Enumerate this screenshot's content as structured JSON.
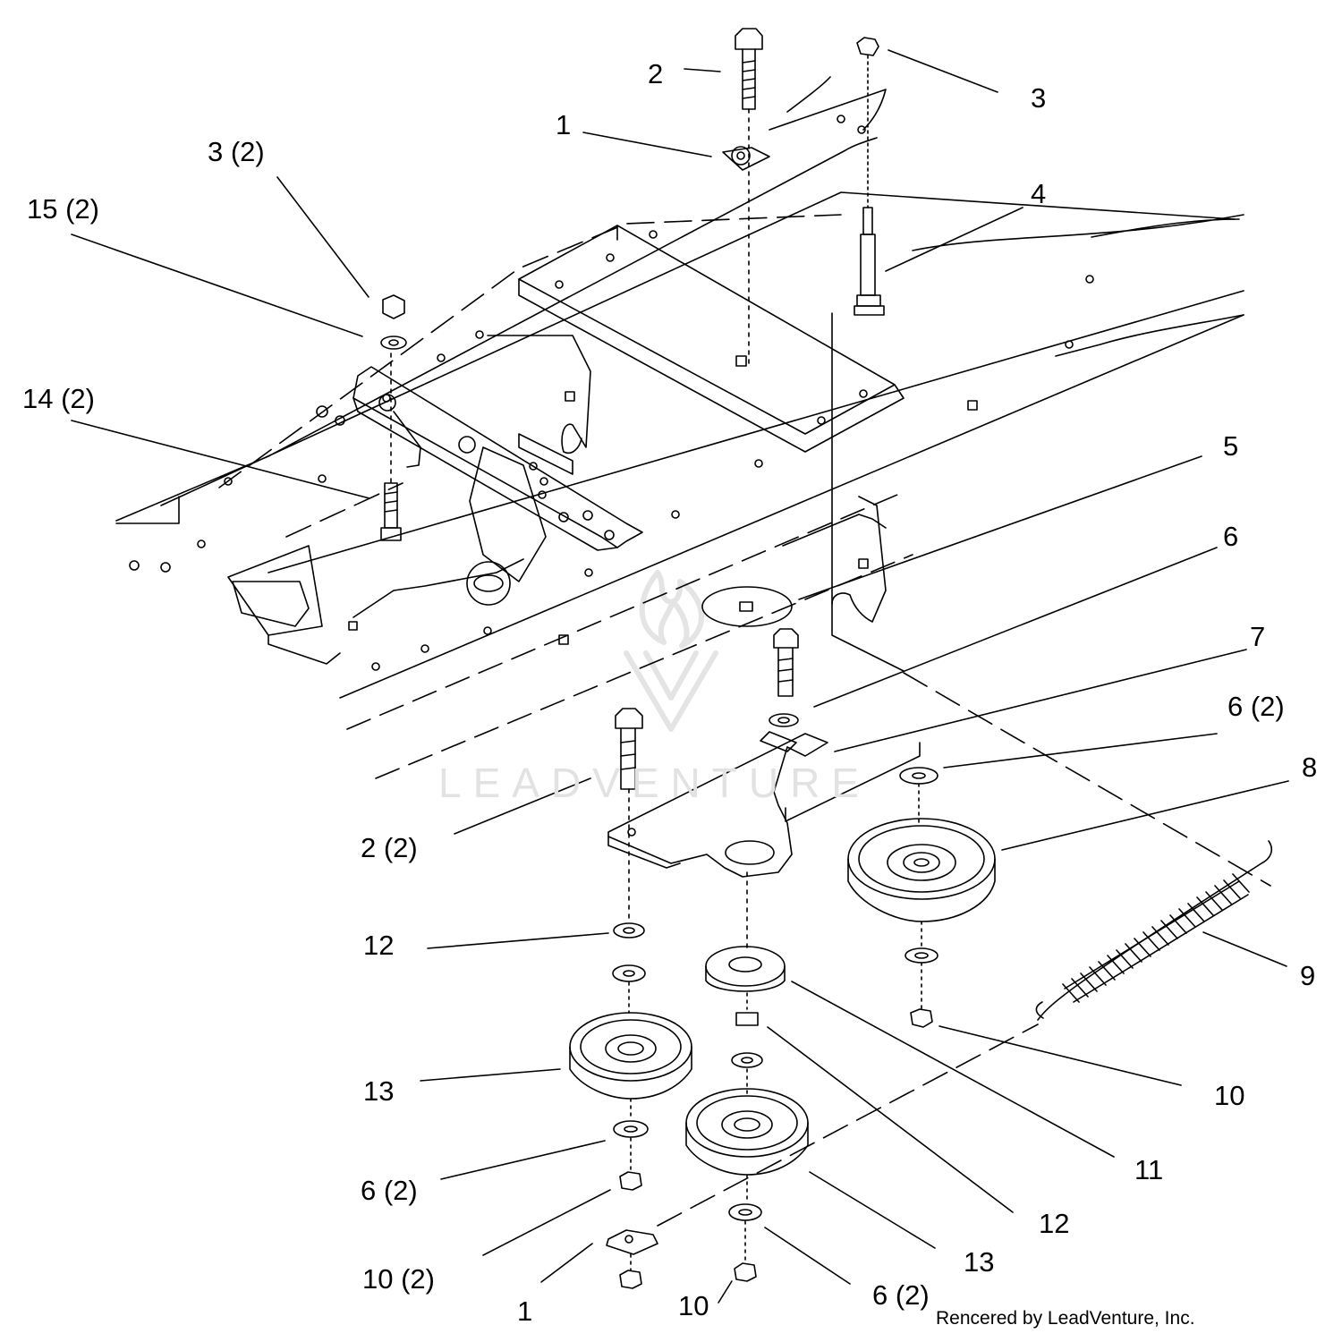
{
  "callouts": [
    {
      "id": "c1",
      "label": "2"
    },
    {
      "id": "c2",
      "label": "3"
    },
    {
      "id": "c3",
      "label": "1"
    },
    {
      "id": "c4",
      "label": "4"
    },
    {
      "id": "c5",
      "label": "3 (2)"
    },
    {
      "id": "c6",
      "label": "15 (2)"
    },
    {
      "id": "c7",
      "label": "14 (2)"
    },
    {
      "id": "c8",
      "label": "5"
    },
    {
      "id": "c9",
      "label": "6"
    },
    {
      "id": "c10",
      "label": "7"
    },
    {
      "id": "c11",
      "label": "6 (2)"
    },
    {
      "id": "c12",
      "label": "8"
    },
    {
      "id": "c13",
      "label": "2 (2)"
    },
    {
      "id": "c14",
      "label": "9"
    },
    {
      "id": "c15",
      "label": "12"
    },
    {
      "id": "c16",
      "label": "10"
    },
    {
      "id": "c17",
      "label": "13"
    },
    {
      "id": "c18",
      "label": "11"
    },
    {
      "id": "c19",
      "label": "6 (2)"
    },
    {
      "id": "c20",
      "label": "12"
    },
    {
      "id": "c21",
      "label": "10 (2)"
    },
    {
      "id": "c22",
      "label": "13"
    },
    {
      "id": "c23",
      "label": "1"
    },
    {
      "id": "c24",
      "label": "10"
    },
    {
      "id": "c25",
      "label": "6 (2)"
    }
  ],
  "credit": "Rencered by LeadVenture, Inc.",
  "watermark": "LEADVENTURE"
}
